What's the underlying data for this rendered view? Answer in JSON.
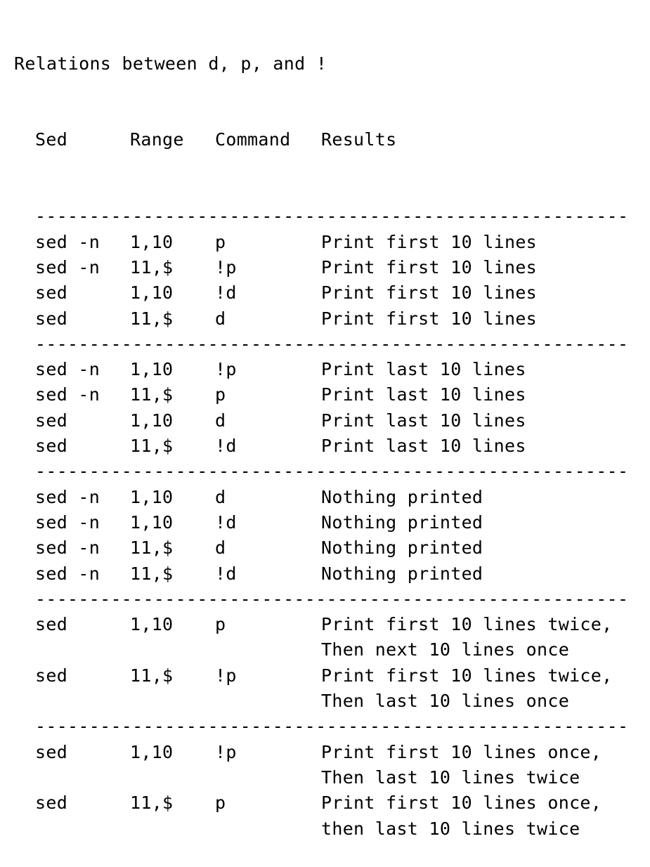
{
  "title": "Relations between d, p, and !",
  "headers": {
    "sed": "Sed",
    "range": "Range",
    "command": "Command",
    "results": "Results"
  },
  "separator": "------------------------------------------------------------------------------",
  "groups": [
    [
      {
        "sed": "sed -n",
        "range": "1,10",
        "command": "p",
        "results": [
          "Print first 10 lines"
        ]
      },
      {
        "sed": "sed -n",
        "range": "11,$",
        "command": "!p",
        "results": [
          "Print first 10 lines"
        ]
      },
      {
        "sed": "sed",
        "range": "1,10",
        "command": "!d",
        "results": [
          "Print first 10 lines"
        ]
      },
      {
        "sed": "sed",
        "range": "11,$",
        "command": "d",
        "results": [
          "Print first 10 lines"
        ]
      }
    ],
    [
      {
        "sed": "sed -n",
        "range": "1,10",
        "command": "!p",
        "results": [
          "Print last 10 lines"
        ]
      },
      {
        "sed": "sed -n",
        "range": "11,$",
        "command": "p",
        "results": [
          "Print last 10 lines"
        ]
      },
      {
        "sed": "sed",
        "range": "1,10",
        "command": "d",
        "results": [
          "Print last 10 lines"
        ]
      },
      {
        "sed": "sed",
        "range": "11,$",
        "command": "!d",
        "results": [
          "Print last 10 lines"
        ]
      }
    ],
    [
      {
        "sed": "sed -n",
        "range": "1,10",
        "command": "d",
        "results": [
          "Nothing printed"
        ]
      },
      {
        "sed": "sed -n",
        "range": "1,10",
        "command": "!d",
        "results": [
          "Nothing printed"
        ]
      },
      {
        "sed": "sed -n",
        "range": "11,$",
        "command": "d",
        "results": [
          "Nothing printed"
        ]
      },
      {
        "sed": "sed -n",
        "range": "11,$",
        "command": "!d",
        "results": [
          "Nothing printed"
        ]
      }
    ],
    [
      {
        "sed": "sed",
        "range": "1,10",
        "command": "p",
        "results": [
          "Print first 10 lines twice,",
          "Then next 10 lines once"
        ]
      },
      {
        "sed": "sed",
        "range": "11,$",
        "command": "!p",
        "results": [
          "Print first 10 lines twice,",
          "Then last 10 lines once"
        ]
      }
    ],
    [
      {
        "sed": "sed",
        "range": "1,10",
        "command": "!p",
        "results": [
          "Print first 10 lines once,",
          "Then last 10 lines twice"
        ]
      },
      {
        "sed": "sed",
        "range": "11,$",
        "command": "p",
        "results": [
          "Print first 10 lines once,",
          "then last 10 lines twice"
        ]
      }
    ]
  ]
}
